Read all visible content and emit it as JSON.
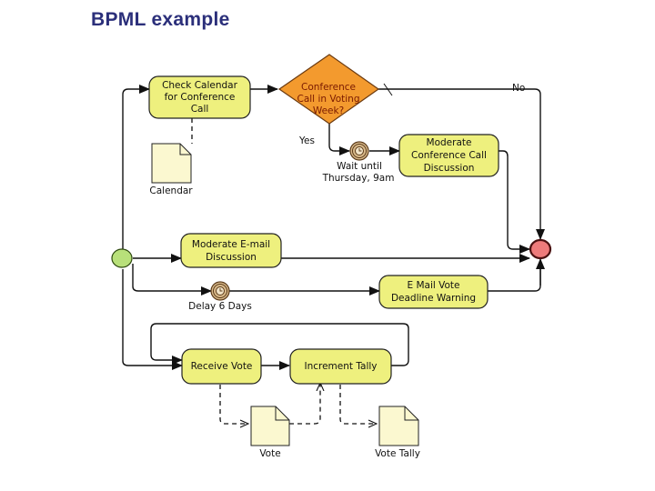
{
  "title": "BPML example",
  "colors": {
    "title": "#2b2f7a",
    "task_fill": "#eef07e",
    "gateway_fill": "#f39a2e",
    "start_fill": "#b8e07a",
    "end_fill": "#ee7b7b",
    "timer_fill": "#d8b98a",
    "document_fill": "#fbf8d0"
  },
  "tasks": {
    "check_calendar": [
      "Check Calendar",
      "for Conference",
      "Call"
    ],
    "moderate_conference": [
      "Moderate",
      "Conference Call",
      "Discussion"
    ],
    "moderate_email": [
      "Moderate E-mail",
      "Discussion"
    ],
    "email_vote_warning": [
      "E Mail Vote",
      "Deadline Warning"
    ],
    "receive_vote": [
      "Receive Vote"
    ],
    "increment_tally": [
      "Increment Tally"
    ]
  },
  "gateway": {
    "label": [
      "Conference",
      "Call in Voting",
      "Week?"
    ],
    "yes_label": "Yes",
    "no_label": "No"
  },
  "timers": {
    "wait_until": [
      "Wait until",
      "Thursday, 9am"
    ],
    "delay": [
      "Delay 6 Days"
    ]
  },
  "documents": {
    "calendar": "Calendar",
    "vote": "Vote",
    "vote_tally": "Vote Tally"
  },
  "events": {
    "start": "start-event",
    "end": "end-event"
  }
}
